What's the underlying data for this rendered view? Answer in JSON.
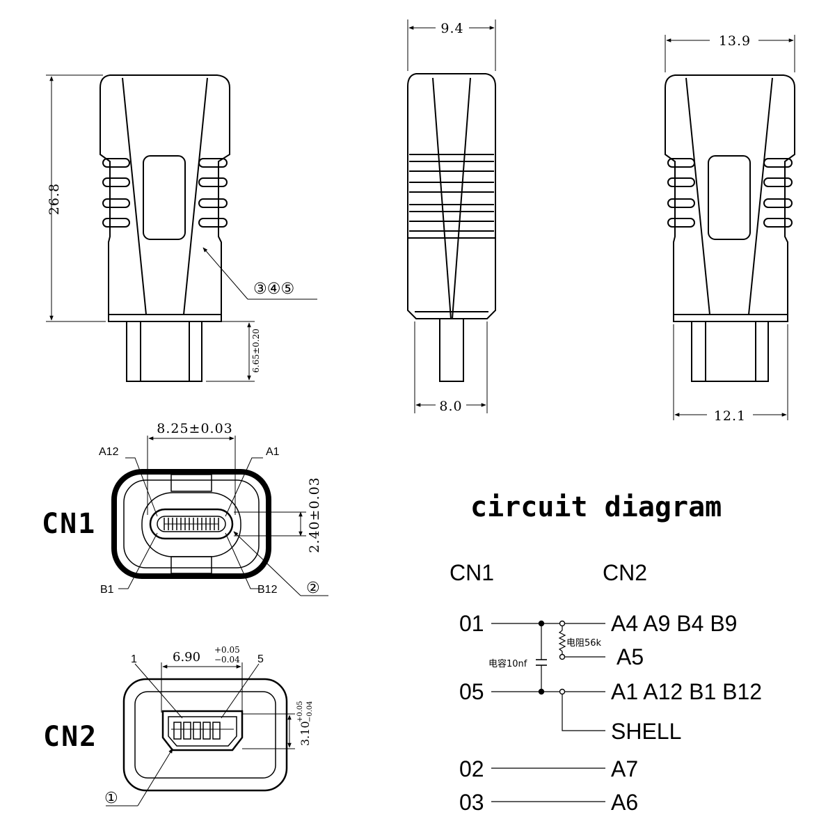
{
  "views": {
    "front": {
      "height": "26.8",
      "tip_height": "6.65±0.20",
      "callout": "③④⑤"
    },
    "side": {
      "top_width": "9.4",
      "bottom_width": "8.0"
    },
    "back": {
      "top_width": "13.9",
      "bottom_width": "12.1"
    }
  },
  "cn1": {
    "label": "CN1",
    "width_dim": "8.25±0.03",
    "height_dim": "2.40±0.03",
    "pins": {
      "a12": "A12",
      "a1": "A1",
      "b1": "B1",
      "b12": "B12"
    },
    "callout": "②"
  },
  "cn2": {
    "label": "CN2",
    "width_base": "6.90",
    "width_tol_plus": "+0.05",
    "width_tol_minus": "−0.04",
    "height_base": "3.10",
    "height_tol_plus": "+0.05",
    "height_tol_minus": "−0.04",
    "pin_first": "1",
    "pin_last": "5",
    "callout": "①"
  },
  "circuit": {
    "title": "circuit diagram",
    "col1": "CN1",
    "col2": "CN2",
    "resistor": "电阻56k",
    "capacitor": "电容10nf",
    "rows": [
      {
        "left": "01",
        "right": "A4 A9 B4 B9"
      },
      {
        "left": "",
        "right": "A5"
      },
      {
        "left": "05",
        "right": "A1 A12 B1 B12"
      },
      {
        "left": "",
        "right": "SHELL"
      },
      {
        "left": "02",
        "right": "A7"
      },
      {
        "left": "03",
        "right": "A6"
      }
    ]
  }
}
